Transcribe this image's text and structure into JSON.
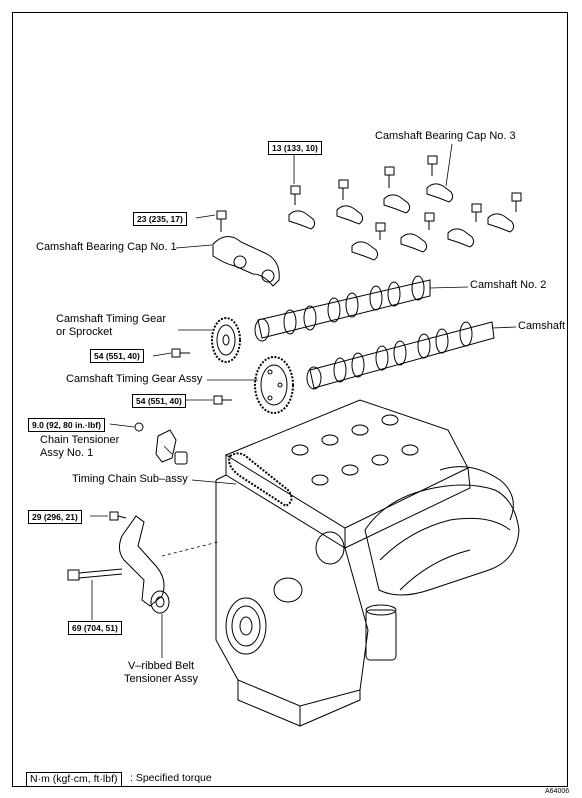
{
  "labels": {
    "cap3": "Camshaft Bearing Cap No. 3",
    "cap1": "Camshaft Bearing Cap No. 1",
    "camshaft2": "Camshaft No. 2",
    "camshaft": "Camshaft",
    "timing_gear_line1": "Camshaft Timing Gear",
    "timing_gear_line2": "or Sprocket",
    "timing_gear_assy": "Camshaft Timing Gear Assy",
    "tensioner_line1": "Chain Tensioner",
    "tensioner_line2": "Assy No. 1",
    "timing_chain": "Timing Chain Sub–assy",
    "belt_tensioner_line1": "V–ribbed Belt",
    "belt_tensioner_line2": "Tensioner Assy"
  },
  "torques": {
    "t1": "13 (133, 10)",
    "t2": "23 (235, 17)",
    "t3": "54 (551, 40)",
    "t4": "54 (551, 40)",
    "t5": "9.0 (92, 80 in.·lbf)",
    "t6": "29 (296, 21)",
    "t7": "69 (704, 51)"
  },
  "legend": {
    "unit": "N·m (kgf·cm, ft·lbf)",
    "text": ": Specified torque"
  },
  "figure_code": "A64006"
}
